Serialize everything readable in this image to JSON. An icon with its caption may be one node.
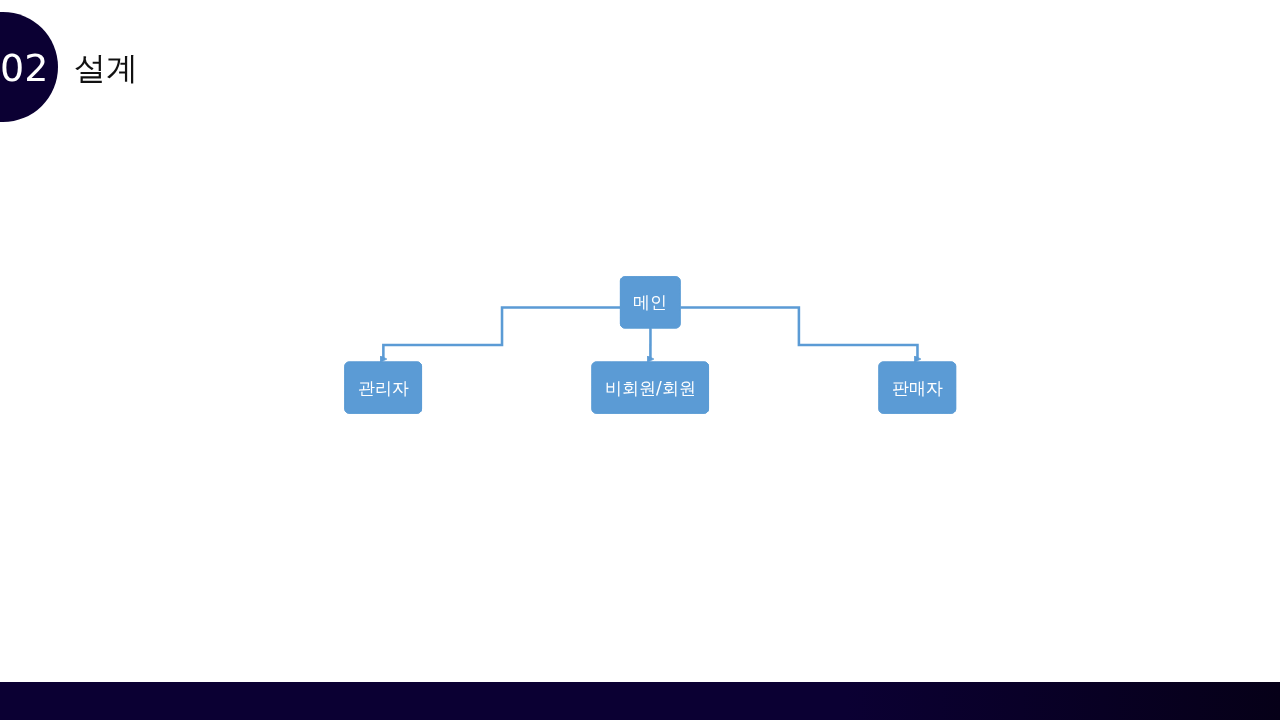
{
  "diagram": {
    "title": "설계",
    "nodes": [
      {
        "text": [
          "메인"
        ]
      },
      {
        "text": [
          "관리자"
        ]
      },
      {
        "text": [
          "비회원/회원"
        ]
      },
      {
        "text": [
          "판매자"
        ]
      }
    ],
    "edges": [
      {
        "from": 0,
        "to": 1,
        "arrow": "to"
      },
      {
        "from": 0,
        "to": 2,
        "arrow": "to"
      },
      {
        "from": 0,
        "to": 3,
        "arrow": "to"
      }
    ],
    "labels": [
      "02"
    ]
  }
}
